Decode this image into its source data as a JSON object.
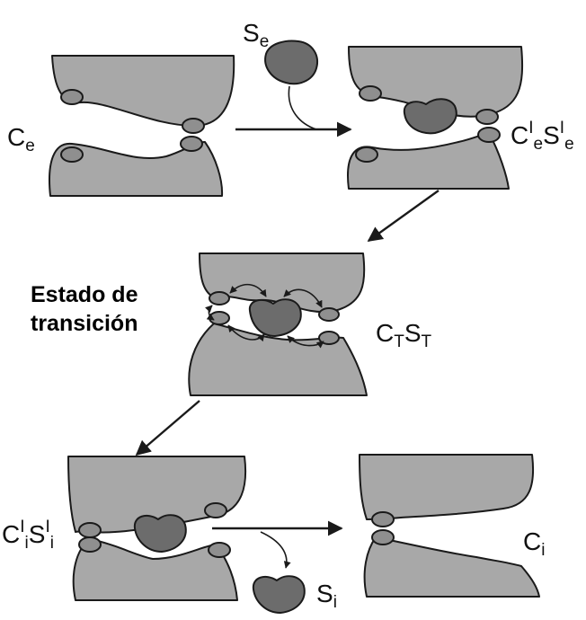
{
  "labels": {
    "ce": {
      "main": "C",
      "sub": "e"
    },
    "se": {
      "main": "S",
      "sub": "e"
    },
    "cese": {
      "c": "C",
      "c_sup": "I",
      "c_sub": "e",
      "s": "S",
      "s_sup": "I",
      "s_sub": "e"
    },
    "transition_title": [
      "Estado de",
      "transición"
    ],
    "ctst": {
      "c": "C",
      "c_sub": "T",
      "s": "S",
      "s_sub": "T"
    },
    "cisi": {
      "c": "C",
      "c_sup": "I",
      "c_sub": "i",
      "s": "S",
      "s_sup": "I",
      "s_sub": "i"
    },
    "ci": {
      "main": "C",
      "sub": "i"
    },
    "si": {
      "main": "S",
      "sub": "i"
    }
  },
  "colors": {
    "protein": "#a8a8a8",
    "binding_site": "#8f8f8f",
    "substrate": "#6c6c6c",
    "stroke": "#1a1a1a"
  }
}
